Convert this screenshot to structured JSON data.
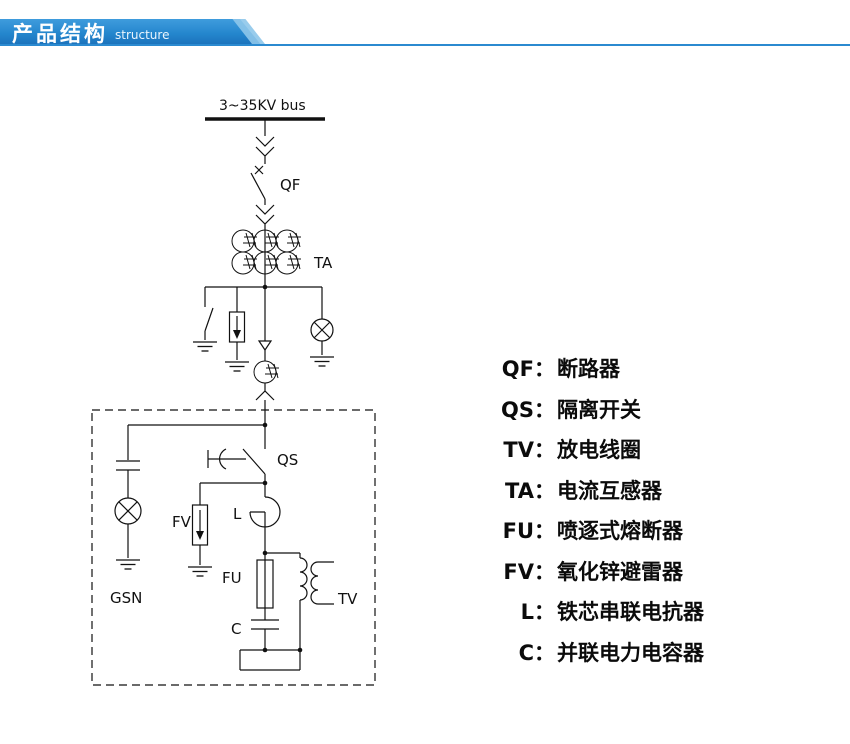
{
  "header": {
    "title": "产品结构",
    "subtitle": "structure"
  },
  "diagram": {
    "bus_label": "3~35KV bus",
    "labels": {
      "qf": "QF",
      "ta": "TA",
      "qs": "QS",
      "fv": "FV",
      "l": "L",
      "fu": "FU",
      "tv": "TV",
      "c": "C",
      "gsn": "GSN"
    }
  },
  "legend": {
    "items": [
      {
        "symbol": "QF：",
        "desc": "断路器"
      },
      {
        "symbol": "QS：",
        "desc": "隔离开关"
      },
      {
        "symbol": "TV：",
        "desc": "放电线圈"
      },
      {
        "symbol": "TA：",
        "desc": "电流互感器"
      },
      {
        "symbol": "FU：",
        "desc": "喷逐式熔断器"
      },
      {
        "symbol": "FV：",
        "desc": "氧化锌避雷器"
      },
      {
        "symbol": "L：",
        "desc": "铁芯串联电抗器"
      },
      {
        "symbol": "C：",
        "desc": "并联电力电容器"
      }
    ]
  },
  "colors": {
    "header_blue": "#2b8ad0",
    "header_blue_dark": "#1a6fb9",
    "line": "#111111"
  }
}
